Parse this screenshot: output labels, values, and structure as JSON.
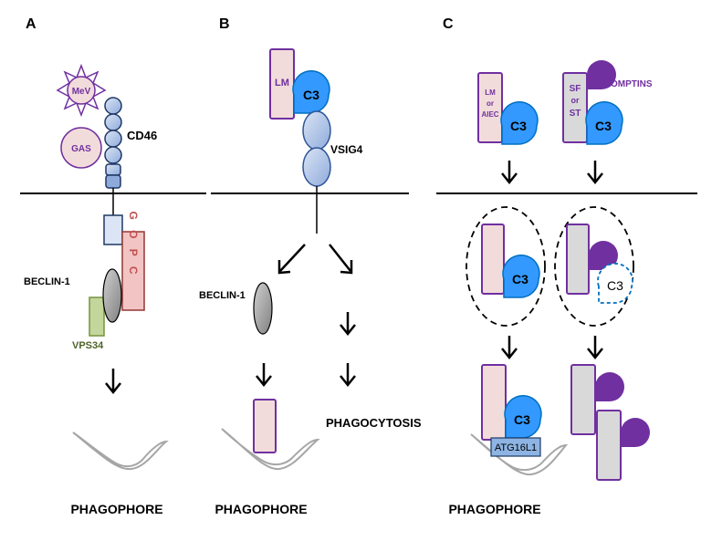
{
  "panels": {
    "a": {
      "letter": "A",
      "labels": {
        "virus": "MeV",
        "bacterium": "GAS",
        "receptor": "CD46",
        "adaptor": "G O P C",
        "beclin": "BECLIN-1",
        "kinase": "VPS34",
        "result": "PHAGOPHORE"
      }
    },
    "b": {
      "letter": "B",
      "labels": {
        "bacterium": "LM",
        "complement": "C3",
        "receptor": "VSIG4",
        "beclin": "BECLIN-1",
        "phagocytosis": "PHAGOCYTOSIS",
        "result": "PHAGOPHORE"
      }
    },
    "c": {
      "letter": "C",
      "labels": {
        "bacterium_left_1": "LM",
        "bacterium_left_2": "or",
        "bacterium_left_3": "AIEC",
        "bacterium_right_1": "SF",
        "bacterium_right_2": "or",
        "bacterium_right_3": "ST",
        "complement": "C3",
        "protease": "OMPTINS",
        "autophagy_protein": "ATG16L1",
        "result": "PHAGOPHORE"
      }
    }
  },
  "colors": {
    "pink_fill": "#f2dcdb",
    "purple_stroke": "#7030a0",
    "c3_fill": "#3399ff",
    "c3_stroke": "#0070c0",
    "receptor_fill": "#b4c7e7",
    "receptor_stroke": "#2f5597",
    "gopc_fill": "#e6b9b8",
    "gopc_stroke": "#943634",
    "gopc_text": "#c0504d",
    "vps34_fill": "#c3d69b",
    "vps34_stroke": "#77933c",
    "vps34_text": "#4f6228",
    "gray_fill": "#a6a6a6",
    "gray_light": "#d9d9d9",
    "omptin_fill": "#7030a0",
    "atg_fill": "#8eb4e3"
  }
}
